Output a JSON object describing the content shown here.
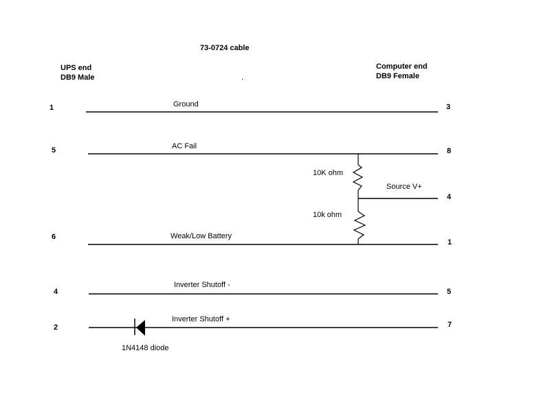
{
  "title": "73-0724 cable",
  "ups_end": {
    "line1": "UPS end",
    "line2": "DB9 Male"
  },
  "computer_end": {
    "line1": "Computer end",
    "line2": "DB9 Female"
  },
  "stray_mark": ".",
  "wires": [
    {
      "label": "Ground",
      "ups_pin": "1",
      "computer_pin": "3"
    },
    {
      "label": "AC Fail",
      "ups_pin": "5",
      "computer_pin": "8"
    },
    {
      "label": "Source V+",
      "computer_pin": "4"
    },
    {
      "label": "Weak/Low Battery",
      "ups_pin": "6",
      "computer_pin": "1"
    },
    {
      "label": "Inverter Shutoff -",
      "ups_pin": "4",
      "computer_pin": "5"
    },
    {
      "label": "Inverter Shutoff +",
      "ups_pin": "2",
      "computer_pin": "7"
    }
  ],
  "components": {
    "resistor_top_label": "10K ohm",
    "resistor_bottom_label": "10k ohm",
    "diode_label": "1N4148 diode"
  },
  "colors": {
    "background": "#ffffff",
    "ink": "#000000"
  }
}
